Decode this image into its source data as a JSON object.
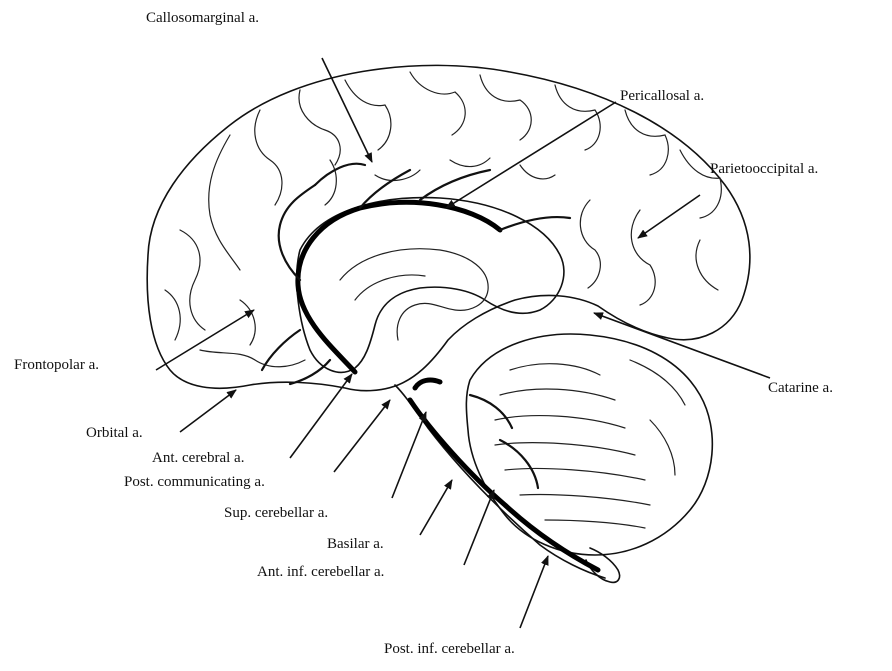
{
  "labels": {
    "callosomarginal": "Callosomarginal a.",
    "pericallosal": "Pericallosal a.",
    "parietooccipital": "Parietooccipital a.",
    "frontopolar": "Frontopolar a.",
    "calcarine": "Catarine a.",
    "orbital": "Orbital a.",
    "ant_cerebral": "Ant. cerebral a.",
    "post_communicating": "Post. communicating a.",
    "sup_cerebellar": "Sup. cerebellar a.",
    "basilar": "Basilar a.",
    "ant_inf_cerebellar": "Ant. inf. cerebellar a.",
    "post_inf_cerebellar": "Post. inf. cerebellar a."
  }
}
